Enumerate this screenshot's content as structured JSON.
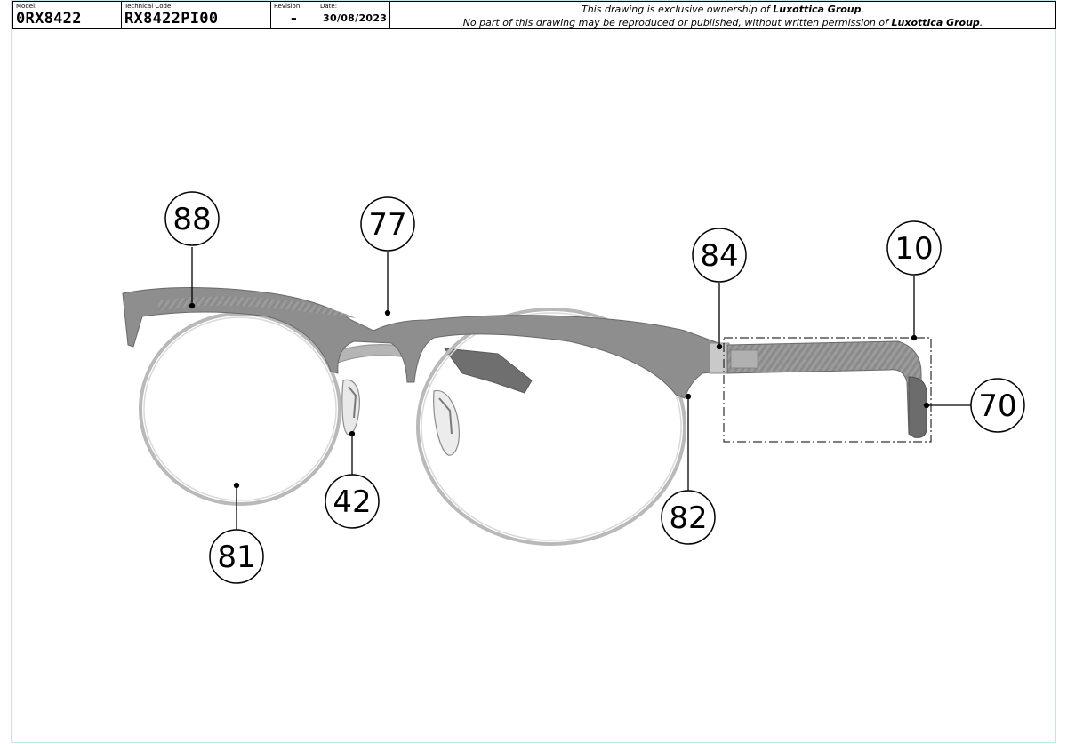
{
  "title_block": {
    "model_caption": "Model:",
    "model": "0RX8422",
    "technical_code_caption": "Technical Code:",
    "technical_code": "RX8422PI00",
    "revision_caption": "Revision:",
    "revision": "-",
    "date_caption": "Date:",
    "date": "30/08/2023",
    "notice_line1_pre": "This drawing is exclusive ownership of ",
    "notice_line1_owner": "Luxottica Group",
    "notice_line1_post": ".",
    "notice_line2_pre": "No part of this drawing may be reproduced or published, without written permission of ",
    "notice_line2_owner": "Luxottica Group",
    "notice_line2_post": "."
  },
  "parts": [
    {
      "id": "88"
    },
    {
      "id": "77"
    },
    {
      "id": "84"
    },
    {
      "id": "10"
    },
    {
      "id": "70"
    },
    {
      "id": "42"
    },
    {
      "id": "82"
    },
    {
      "id": "81"
    }
  ],
  "colors": {
    "frame_gray": "#8e8e8e",
    "frame_dark": "#6f6f6f",
    "metal_rim": "#b9b9b9",
    "callout_line": "#000000"
  }
}
